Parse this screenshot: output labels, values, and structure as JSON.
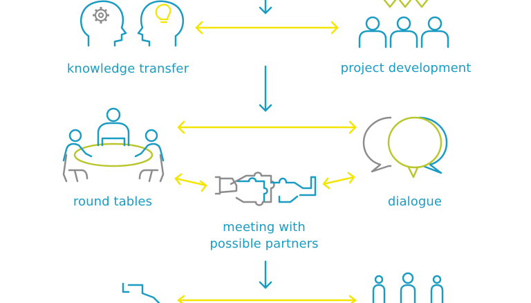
{
  "labels": {
    "knowledge_transfer": "knowledge transfer",
    "project_development": "project development",
    "round_tables": "round tables",
    "dialogue": "dialogue",
    "meeting_line1": "meeting with",
    "meeting_line2": "possible partners"
  },
  "colors": {
    "blue": "#1a9bc2",
    "yellow": "#f2e600",
    "green": "#b9c72d",
    "gray": "#8c8c8c"
  },
  "icons": [
    "head-gear-icon",
    "head-lightbulb-icon",
    "group-people-icon",
    "round-table-icon",
    "puzzle-handshake-icon",
    "speech-bubbles-icon",
    "laptop-person-icon",
    "people-standing-icon"
  ]
}
